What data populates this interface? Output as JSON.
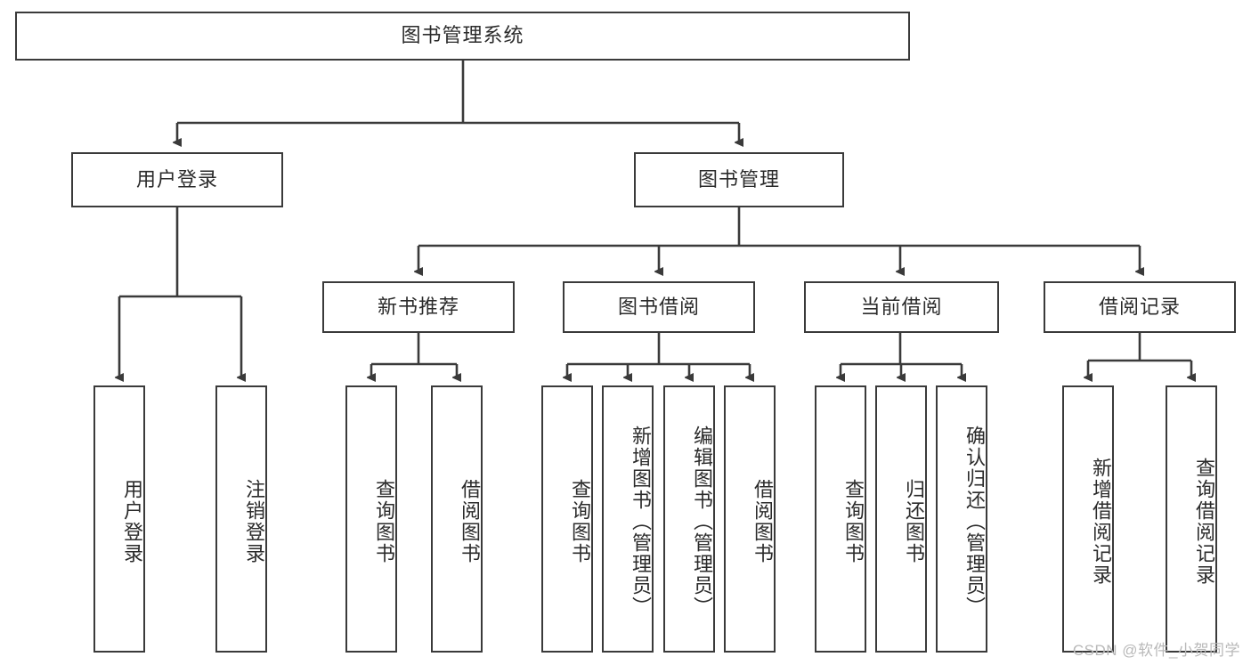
{
  "diagram": {
    "title": "图书管理系统",
    "type": "tree",
    "orientation": "top-down",
    "root": {
      "label": "图书管理系统"
    },
    "level2": [
      {
        "label": "用户登录"
      },
      {
        "label": "图书管理"
      }
    ],
    "level3": [
      {
        "label": "新书推荐"
      },
      {
        "label": "图书借阅"
      },
      {
        "label": "当前借阅"
      },
      {
        "label": "借阅记录"
      }
    ],
    "leaves": {
      "user_login": [
        {
          "label": "用户登录"
        },
        {
          "label": "注销登录"
        }
      ],
      "new_book_recommend": [
        {
          "label": "查询图书"
        },
        {
          "label": "借阅图书"
        }
      ],
      "book_borrow": [
        {
          "label": "查询图书"
        },
        {
          "label": "新增图书（管理员）"
        },
        {
          "label": "编辑图书（管理员）"
        },
        {
          "label": "借阅图书"
        }
      ],
      "current_borrow": [
        {
          "label": "查询图书"
        },
        {
          "label": "归还图书"
        },
        {
          "label": "确认归还（管理员）"
        }
      ],
      "borrow_record": [
        {
          "label": "新增借阅记录"
        },
        {
          "label": "查询借阅记录"
        }
      ]
    }
  },
  "watermark": {
    "text": "CSDN @软件_小贺同学"
  },
  "colors": {
    "box_border": "#3a3a3a",
    "box_fill": "#ffffff",
    "edge": "#3a3a3a",
    "text": "#2b2b2b",
    "watermark": "#b9b9b9",
    "background": "#ffffff"
  }
}
